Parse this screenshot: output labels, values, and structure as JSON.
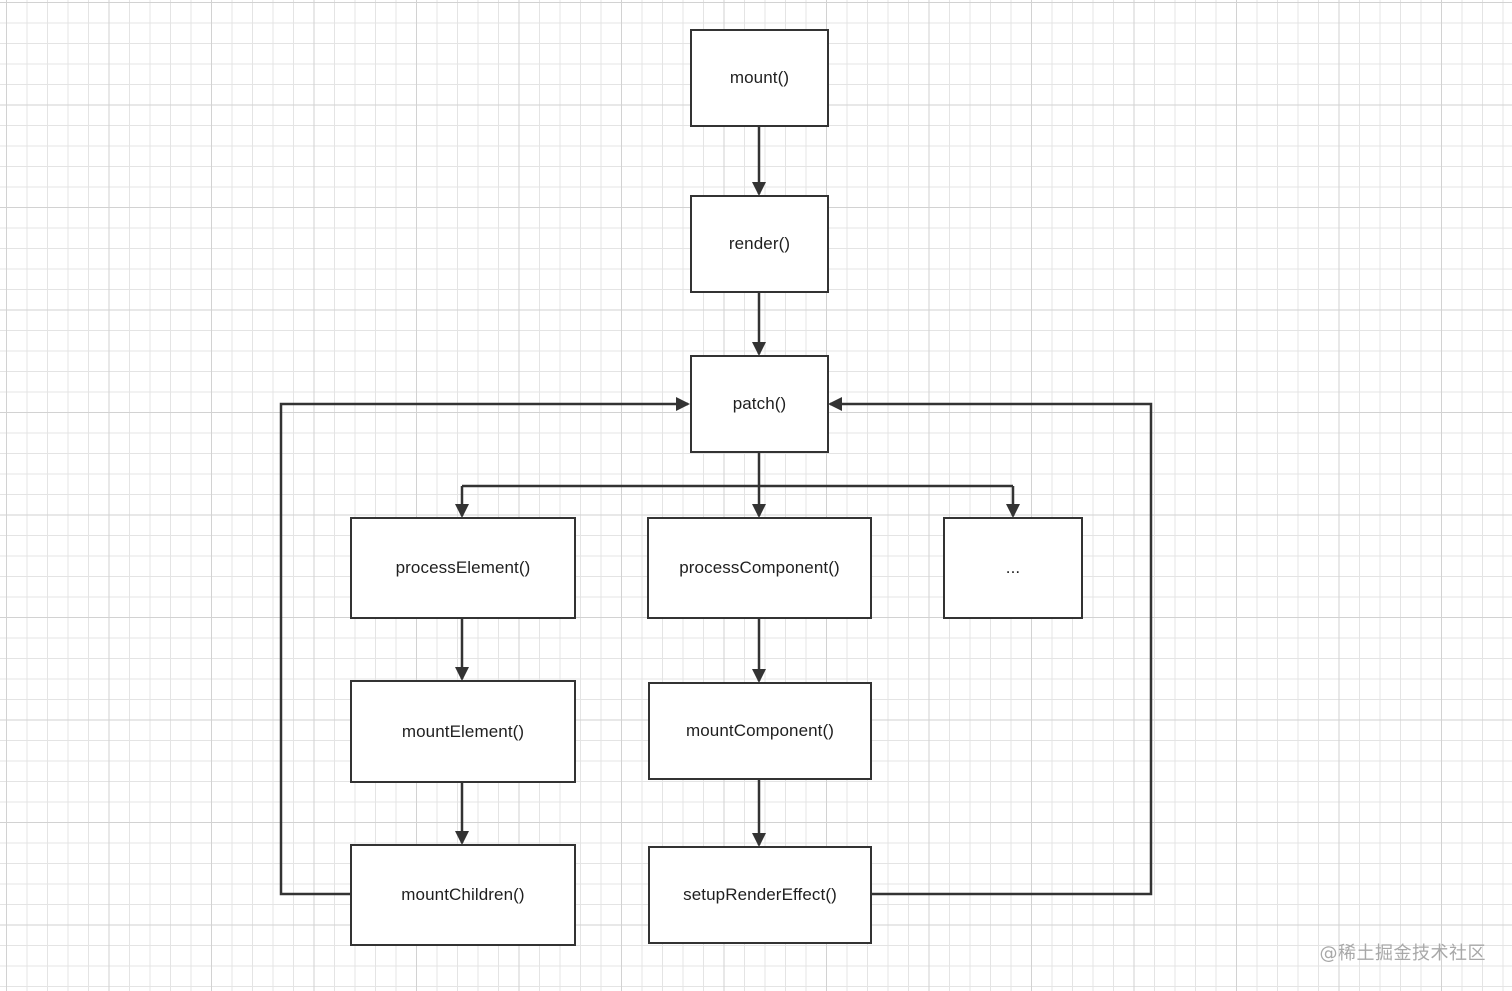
{
  "diagram": {
    "nodes": {
      "mount": "mount()",
      "render": "render()",
      "patch": "patch()",
      "process_element": "processElement()",
      "process_component": "processComponent()",
      "ellipsis": "...",
      "mount_element": "mountElement()",
      "mount_component": "mountComponent()",
      "mount_children": "mountChildren()",
      "setup_render_effect": "setupRenderEffect()"
    },
    "edges": [
      {
        "from": "mount()",
        "to": "render()"
      },
      {
        "from": "render()",
        "to": "patch()"
      },
      {
        "from": "patch()",
        "to": "processElement()"
      },
      {
        "from": "patch()",
        "to": "processComponent()"
      },
      {
        "from": "patch()",
        "to": "..."
      },
      {
        "from": "processElement()",
        "to": "mountElement()"
      },
      {
        "from": "mountElement()",
        "to": "mountChildren()"
      },
      {
        "from": "processComponent()",
        "to": "mountComponent()"
      },
      {
        "from": "mountComponent()",
        "to": "setupRenderEffect()"
      },
      {
        "from": "mountChildren()",
        "to": "patch()"
      },
      {
        "from": "setupRenderEffect()",
        "to": "patch()"
      }
    ]
  },
  "watermark": "@稀土掘金技术社区",
  "colors": {
    "stroke": "#333333",
    "grid": "#e4e4e4",
    "background": "#ffffff",
    "watermark": "#a8a8a8"
  }
}
